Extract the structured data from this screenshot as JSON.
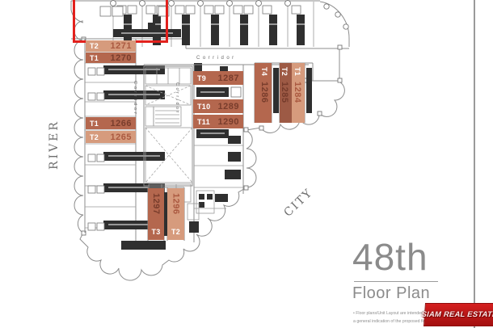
{
  "plan": {
    "floor": "48th",
    "subtitle": "Floor Plan",
    "disclaimer_lines": [
      "• Floor plans/Unit Layout are intended to give",
      "a general indication of the proposed floor"
    ],
    "labels": {
      "river": "RIVER",
      "city": "CITY",
      "corridor": "Corridor"
    }
  },
  "watermark": {
    "text": "SIAM REAL ESTATE"
  },
  "colors": {
    "highlight_red": "#e2211d",
    "watermark_red": "#d41f1f",
    "unit_light": "#d69b7d",
    "unit_mid": "#b4674e",
    "unit_dark": "#9d5a45",
    "number_on_light": "#a34e36",
    "number_on_dark": "#6f3627"
  },
  "units": [
    {
      "id": "t2-1271",
      "type": "T2",
      "number": "1271",
      "shade": "light"
    },
    {
      "id": "t1-1270",
      "type": "T1",
      "number": "1270",
      "shade": "mid"
    },
    {
      "id": "t1-1266",
      "type": "T1",
      "number": "1266",
      "shade": "mid"
    },
    {
      "id": "t2-1265",
      "type": "T2",
      "number": "1265",
      "shade": "light"
    },
    {
      "id": "t9-1287",
      "type": "T9",
      "number": "1287",
      "shade": "mid"
    },
    {
      "id": "t10-1289",
      "type": "T10",
      "number": "1289",
      "shade": "mid"
    },
    {
      "id": "t11-1290",
      "type": "T11",
      "number": "1290",
      "shade": "mid"
    },
    {
      "id": "t4-1286",
      "type": "T4",
      "number": "1286",
      "shade": "mid"
    },
    {
      "id": "t2-1285",
      "type": "T2",
      "number": "1285",
      "shade": "dark"
    },
    {
      "id": "t1-1284",
      "type": "T1",
      "number": "1284",
      "shade": "light"
    },
    {
      "id": "t3-1297",
      "type": "T3",
      "number": "1297",
      "shade": "mid"
    },
    {
      "id": "t2-1296",
      "type": "T2",
      "number": "1296",
      "shade": "light"
    }
  ]
}
